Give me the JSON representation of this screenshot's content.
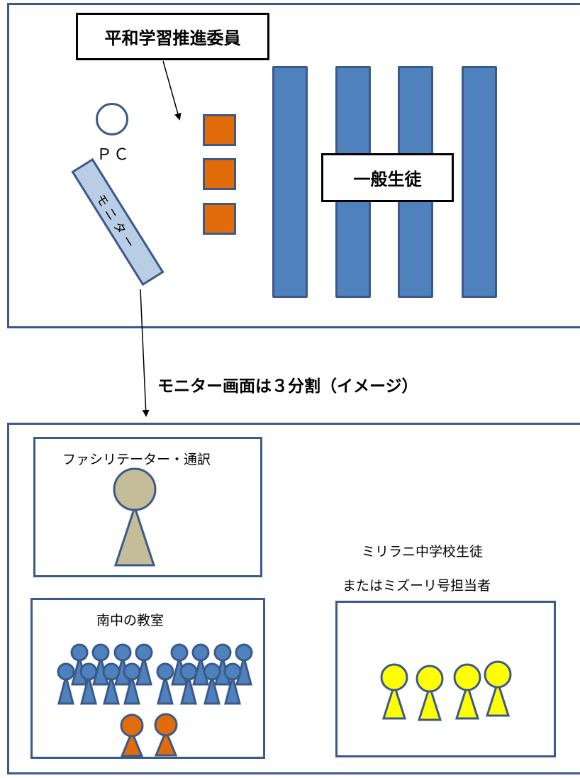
{
  "classroom": {
    "committee_label": "平和学習推進委員",
    "students_label": "一般生徒",
    "pc_label": "ＰＣ",
    "monitor_label": "モニター"
  },
  "caption": "モニター画面は３分割（イメージ）",
  "screen": {
    "facilitator_label": "ファシリテーター・通訳",
    "classroom_label": "南中の教室",
    "remote_label_line1": "ミリラニ中学校生徒",
    "remote_label_line2": "またはミズーリ号担当者"
  },
  "colors": {
    "frame": "#3b5a8c",
    "desk_blue": "#4f81bd",
    "committee_orange": "#e36c0a",
    "monitor_fill": "#b9cde5",
    "facilitator_fill": "#c4bd97",
    "remote_yellow": "#ffff00"
  }
}
